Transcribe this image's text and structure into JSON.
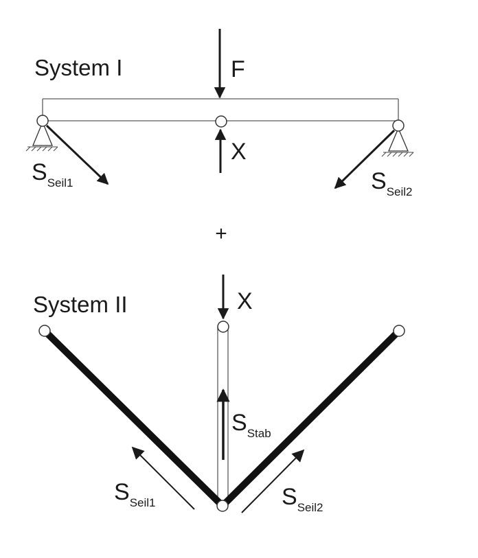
{
  "system1": {
    "title": "System I",
    "force_label": "F",
    "reaction_label": "X",
    "cable1_label": {
      "main": "S",
      "sub": "Seil1"
    },
    "cable2_label": {
      "main": "S",
      "sub": "Seil2"
    }
  },
  "plus_sign": "+",
  "system2": {
    "title": "System II",
    "force_label": "X",
    "rod_label": {
      "main": "S",
      "sub": "Stab"
    },
    "cable1_label": {
      "main": "S",
      "sub": "Seil1"
    },
    "cable2_label": {
      "main": "S",
      "sub": "Seil2"
    }
  },
  "colors": {
    "line": "#1a1a1a",
    "beam_outline": "#5a5a5a",
    "background": "#ffffff"
  }
}
